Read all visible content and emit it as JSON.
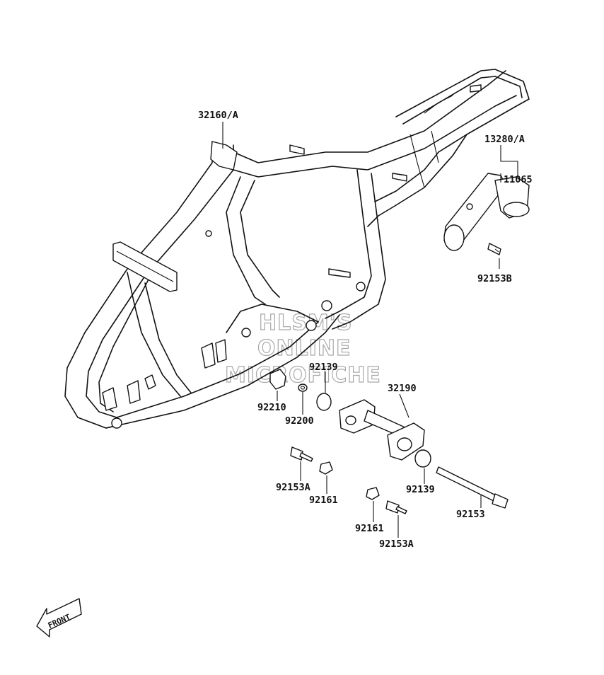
{
  "watermark": {
    "line1": "HLSM'S",
    "line2": "ONLINE",
    "line3": "MICROFICHE"
  },
  "front_arrow": {
    "label": "FRONT"
  },
  "callouts": {
    "frame": "32160/A",
    "starter_assy": "13280/A",
    "starter_clamp": "11065",
    "starter_bolt": "92153B",
    "collar_left": "92139",
    "mount_bracket": "32190",
    "nut_small": "92210",
    "washer": "92200",
    "bolt_left": "92153A",
    "nut_left": "92161",
    "collar_right": "92139",
    "long_bolt": "92153",
    "nut_right": "92161",
    "bolt_right": "92153A"
  }
}
